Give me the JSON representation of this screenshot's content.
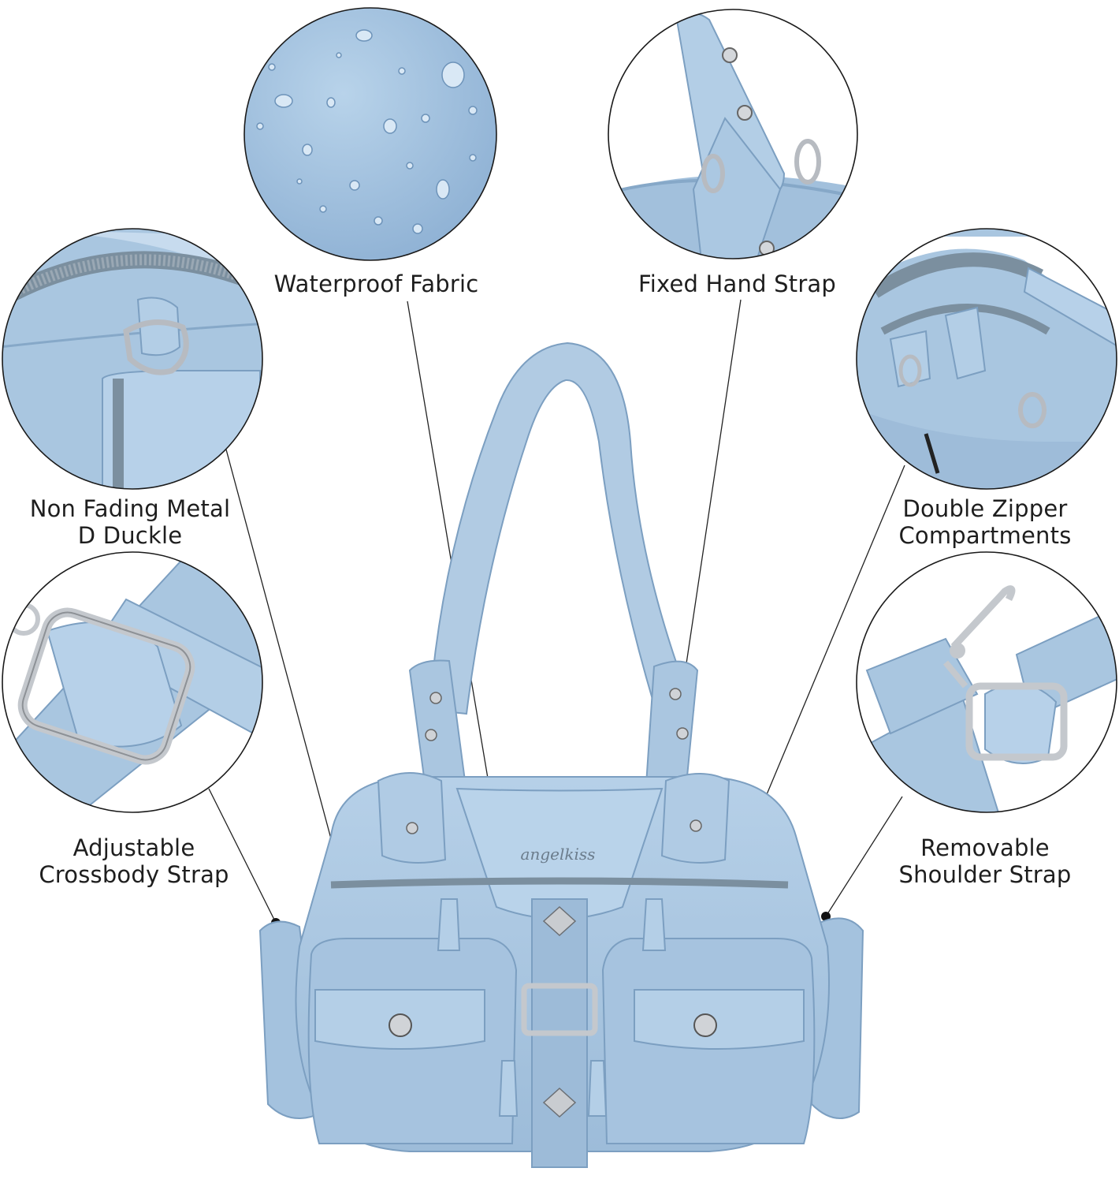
{
  "colors": {
    "bag": "#a9c6e0",
    "bag_shadow": "#7fa3c4",
    "bag_light": "#c7dbee",
    "metal": "#c9ccd0",
    "circle_border": "#1a1a1a",
    "leader_line": "#222222",
    "text": "#1e1e1e"
  },
  "logo": "angelkiss",
  "features": {
    "waterproof": {
      "lines": [
        "Waterproof Fabric"
      ]
    },
    "hand_strap": {
      "lines": [
        "Fixed Hand Strap"
      ]
    },
    "d_buckle": {
      "lines": [
        "Non Fading Metal",
        "D Duckle"
      ]
    },
    "double_zipper": {
      "lines": [
        "Double Zipper",
        "Compartments"
      ]
    },
    "crossbody": {
      "lines": [
        "Adjustable",
        "Crossbody Strap"
      ]
    },
    "removable": {
      "lines": [
        "Removable",
        "Shoulder Strap"
      ]
    }
  }
}
